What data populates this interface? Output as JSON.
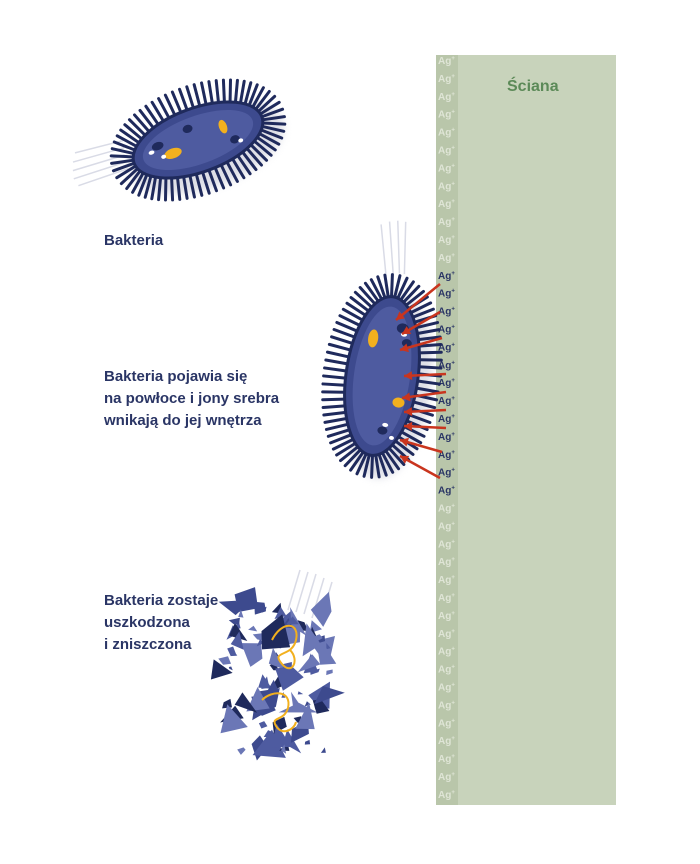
{
  "wall": {
    "label": "Ściana",
    "fill_color": "#c8d3bb",
    "strip_color": "#b9c6aa",
    "ion_symbol": "Ag",
    "ion_charge": "+",
    "ion_count": 42,
    "ion_color_faded": "#dfe5d6",
    "ion_color_active": "#2a3565",
    "active_ion_range": [
      12,
      24
    ]
  },
  "colors": {
    "bacterium_body": "#3d4a8e",
    "bacterium_outline": "#1f2a5c",
    "bacterium_inner": "#4e5ba0",
    "organelle_yellow": "#f2b01e",
    "arrow": "#c9351e"
  },
  "captions": {
    "step1": [
      "Bakteria"
    ],
    "step2": [
      "Bakteria pojawia się",
      "na powłoce i jony srebra",
      "wnikają do jej wnętrza"
    ],
    "step3": [
      "Bakteria zostaje",
      "uszkodzona",
      "i zniszczona"
    ]
  },
  "arrows_count": 9
}
